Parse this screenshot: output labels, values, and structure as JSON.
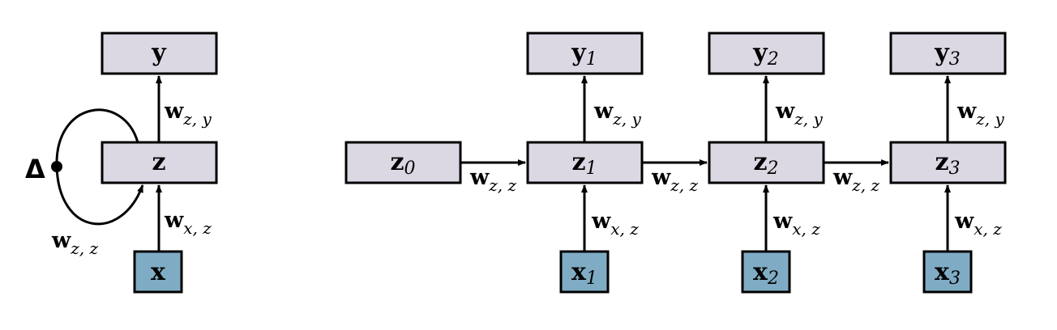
{
  "folded": {
    "output": {
      "main": "y",
      "sub": ""
    },
    "hidden": {
      "main": "z",
      "sub": ""
    },
    "input": {
      "main": "x",
      "sub": ""
    },
    "delay_symbol": "Δ",
    "weights": {
      "zy": {
        "main": "w",
        "sub": "z, y"
      },
      "xz": {
        "main": "w",
        "sub": "x, z"
      },
      "zz": {
        "main": "w",
        "sub": "z, z"
      }
    }
  },
  "unrolled": {
    "initial": {
      "main": "z",
      "sub": "0"
    },
    "steps": [
      {
        "y": {
          "main": "y",
          "sub": "1"
        },
        "z": {
          "main": "z",
          "sub": "1"
        },
        "x": {
          "main": "x",
          "sub": "1"
        }
      },
      {
        "y": {
          "main": "y",
          "sub": "2"
        },
        "z": {
          "main": "z",
          "sub": "2"
        },
        "x": {
          "main": "x",
          "sub": "2"
        }
      },
      {
        "y": {
          "main": "y",
          "sub": "3"
        },
        "z": {
          "main": "z",
          "sub": "3"
        },
        "x": {
          "main": "x",
          "sub": "3"
        }
      }
    ],
    "weights": {
      "zy": {
        "main": "w",
        "sub": "z, y"
      },
      "xz": {
        "main": "w",
        "sub": "x, z"
      },
      "zz": {
        "main": "w",
        "sub": "z, z"
      }
    }
  },
  "colors": {
    "state_fill": "#dcd8e3",
    "input_fill": "#7facc4",
    "stroke": "#000000"
  }
}
